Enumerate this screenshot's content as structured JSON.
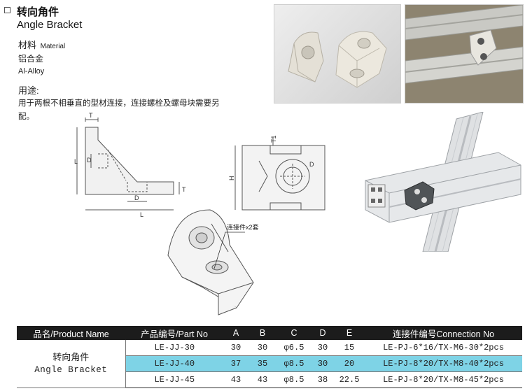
{
  "header": {
    "title_cn": "转向角件",
    "title_en": "Angle Bracket"
  },
  "material": {
    "label_cn": "材料",
    "label_en": "Material",
    "value_cn": "铝合金",
    "value_en": "Al-Alloy"
  },
  "usage": {
    "label": "用途:",
    "text": "用于两根不相垂直的型材连接，连接螺栓及螺母块需要另配。"
  },
  "drawing": {
    "side_labels": {
      "T_top": "T",
      "T_right": "T",
      "D_left": "D",
      "D_bottom": "D",
      "L_left": "L",
      "L_bottom": "L"
    },
    "front_labels": {
      "T1": "T1",
      "H": "H",
      "D": "D"
    },
    "callout": "连接件x2套"
  },
  "colors": {
    "table_header_bg": "#1c1c1c",
    "highlight_row": "#7ed3e6"
  },
  "table": {
    "headers": [
      "品名/Product Name",
      "产品编号/Part No",
      "A",
      "B",
      "C",
      "D",
      "E",
      "连接件编号Connection No"
    ],
    "product_name_cn": "转向角件",
    "product_name_en": "Angle Bracket",
    "rows": [
      {
        "part": "LE-JJ-30",
        "a": "30",
        "b": "30",
        "c": "φ6.5",
        "d": "30",
        "e": "15",
        "conn": "LE-PJ-6*16/TX-M6-30*2pcs"
      },
      {
        "part": "LE-JJ-40",
        "a": "37",
        "b": "35",
        "c": "φ8.5",
        "d": "30",
        "e": "20",
        "conn": "LE-PJ-8*20/TX-M8-40*2pcs"
      },
      {
        "part": "LE-JJ-45",
        "a": "43",
        "b": "43",
        "c": "φ8.5",
        "d": "38",
        "e": "22.5",
        "conn": "LE-PJ-8*20/TX-M8-45*2pcs"
      }
    ]
  }
}
